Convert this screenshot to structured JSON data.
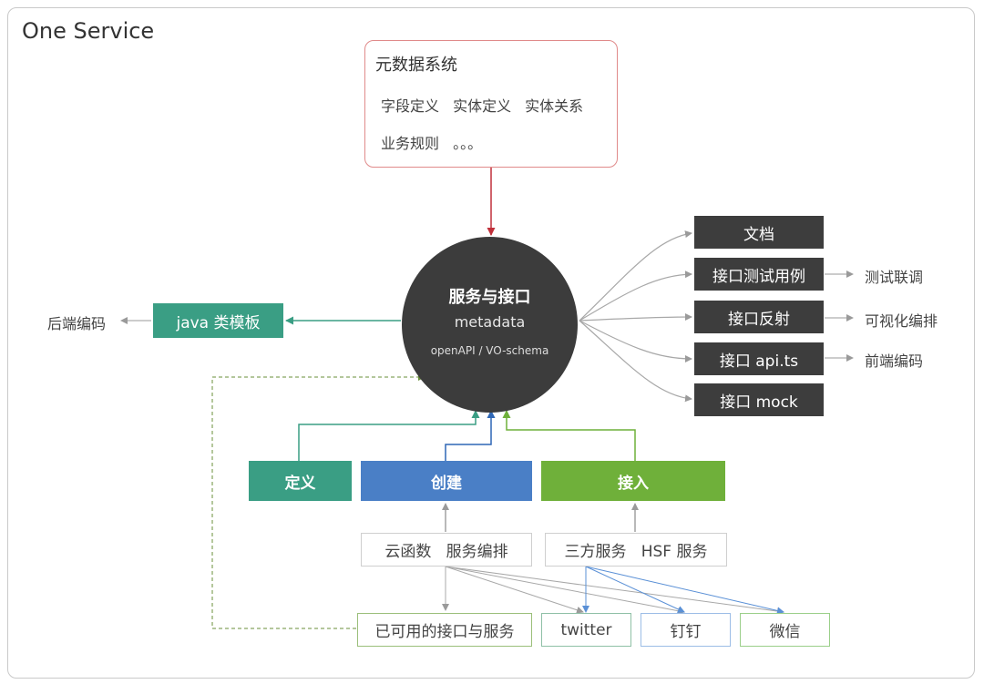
{
  "title": "One Service",
  "metadata_system": {
    "title": "元数据系统",
    "line1": "字段定义 实体定义 实体关系",
    "line2": "业务规则 。。。"
  },
  "center": {
    "title": "服务与接口",
    "subtitle": "metadata",
    "schema": "openAPI / VO-schema"
  },
  "left": {
    "template": "java 类模板",
    "output": "后端编码"
  },
  "outputs": [
    {
      "label": "文档",
      "result": ""
    },
    {
      "label": "接口测试用例",
      "result": "测试联调"
    },
    {
      "label": "接口反射",
      "result": "可视化编排"
    },
    {
      "label": "接口 api.ts",
      "result": "前端编码"
    },
    {
      "label": "接口 mock",
      "result": ""
    }
  ],
  "inputs": {
    "define": "定义",
    "create": "创建",
    "access": "接入"
  },
  "sources": {
    "create_sources": "云函数   服务编排",
    "access_sources": "三方服务   HSF 服务"
  },
  "targets": {
    "available": "已可用的接口与服务",
    "twitter": "twitter",
    "dingding": "钉钉",
    "wechat": "微信"
  },
  "colors": {
    "teal": "#3a9e84",
    "blue": "#4a7fc6",
    "green": "#6fb03a",
    "dark": "#3d3d3d",
    "red": "#c0303a"
  }
}
